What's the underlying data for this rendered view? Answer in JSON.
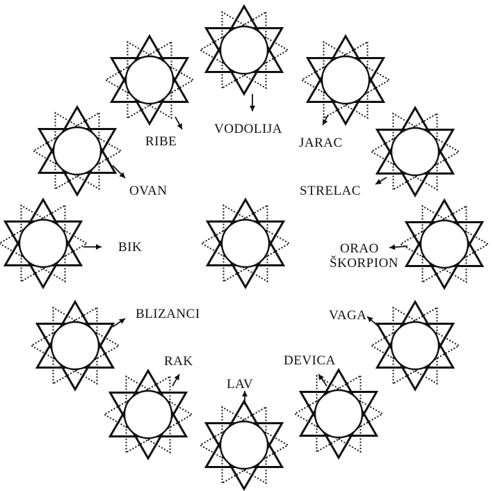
{
  "center": {
    "label": ""
  },
  "signs": [
    {
      "label": "VODOLIJA",
      "angle": -90
    },
    {
      "label": "JARAC",
      "angle": -60
    },
    {
      "label": "STRELAC",
      "angle": -30
    },
    {
      "label": "ORAO",
      "label2": "ŠKORPION",
      "angle": 0
    },
    {
      "label": "VAGA",
      "angle": 30
    },
    {
      "label": "DEVICA",
      "angle": 60
    },
    {
      "label": "LAV",
      "angle": 90
    },
    {
      "label": "RAK",
      "angle": 120
    },
    {
      "label": "BLIZANCI",
      "angle": 150
    },
    {
      "label": "BIK",
      "angle": 180
    },
    {
      "label": "OVAN",
      "angle": 210
    },
    {
      "label": "RIBE",
      "angle": 240
    }
  ]
}
